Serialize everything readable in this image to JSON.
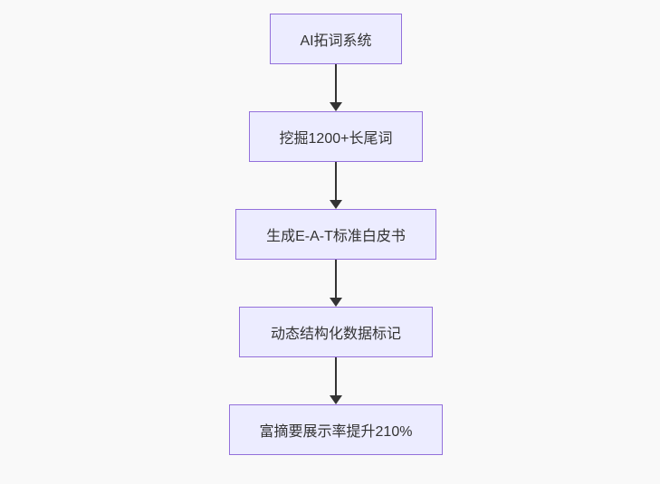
{
  "diagram": {
    "type": "flowchart",
    "direction": "top-down",
    "background_color": "#f9f9f9",
    "node_style": {
      "fill": "#ECECFF",
      "border": "#9370DB",
      "text_color": "#333333"
    },
    "arrow_color": "#333333",
    "nodes": [
      {
        "id": "step-1",
        "label": "AI拓词系统"
      },
      {
        "id": "step-2",
        "label": "挖掘1200+长尾词"
      },
      {
        "id": "step-3",
        "label": "生成E-A-T标准白皮书"
      },
      {
        "id": "step-4",
        "label": "动态结构化数据标记"
      },
      {
        "id": "step-5",
        "label": "富摘要展示率提升210%"
      }
    ],
    "edges": [
      {
        "from": "step-1",
        "to": "step-2"
      },
      {
        "from": "step-2",
        "to": "step-3"
      },
      {
        "from": "step-3",
        "to": "step-4"
      },
      {
        "from": "step-4",
        "to": "step-5"
      }
    ]
  }
}
